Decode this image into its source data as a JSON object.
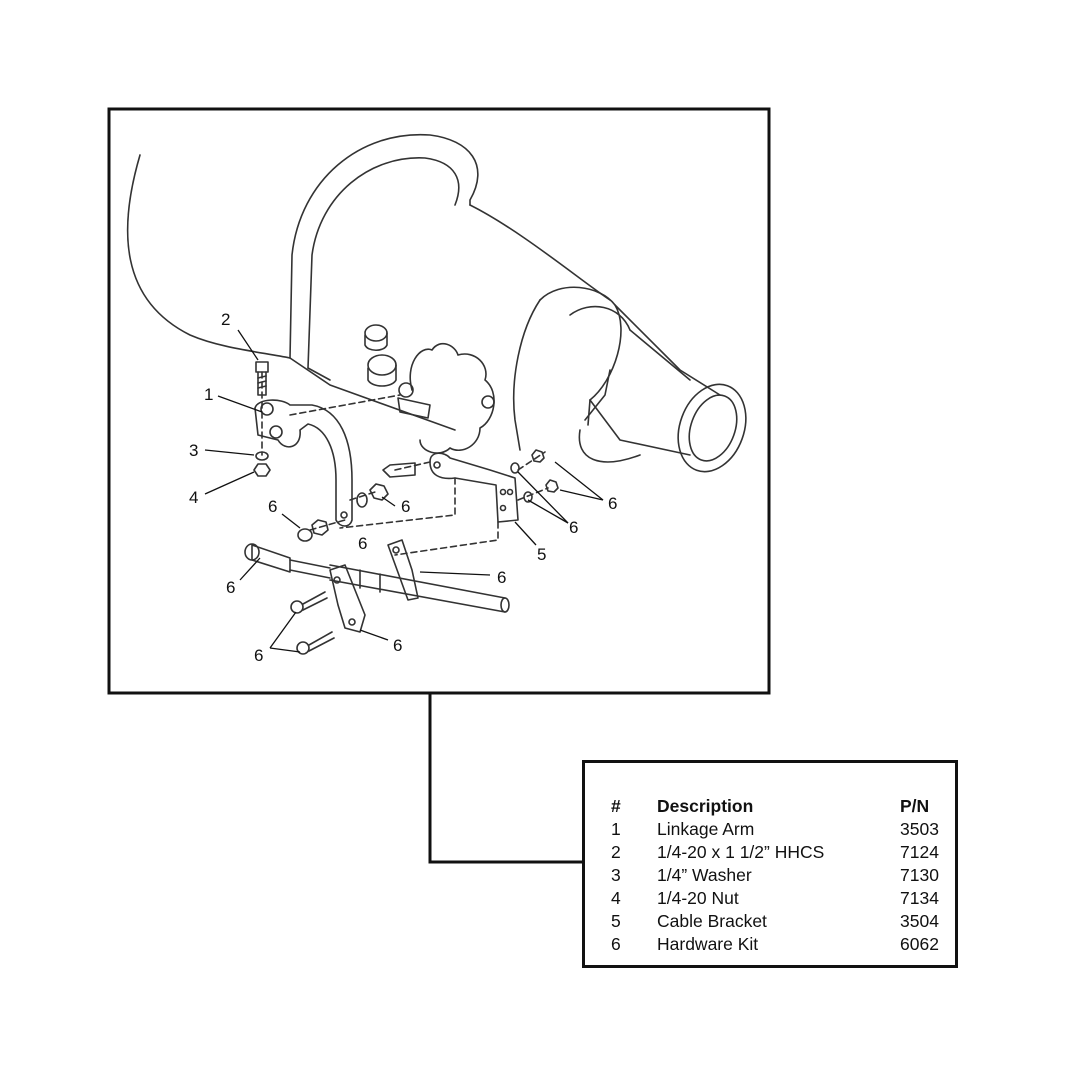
{
  "callouts": [
    {
      "id": "c2a",
      "text": "2"
    },
    {
      "id": "c1",
      "text": "1"
    },
    {
      "id": "c3",
      "text": "3"
    },
    {
      "id": "c4",
      "text": "4"
    },
    {
      "id": "c6a",
      "text": "6"
    },
    {
      "id": "c6b",
      "text": "6"
    },
    {
      "id": "c6c",
      "text": "6"
    },
    {
      "id": "c6d",
      "text": "6"
    },
    {
      "id": "c6e",
      "text": "6"
    },
    {
      "id": "c6f",
      "text": "6"
    },
    {
      "id": "c6g",
      "text": "6"
    },
    {
      "id": "c6h",
      "text": "6"
    },
    {
      "id": "c6i",
      "text": "6"
    },
    {
      "id": "c5",
      "text": "5"
    }
  ],
  "parts_table": {
    "headers": {
      "num": "#",
      "description": "Description",
      "pn": "P/N"
    },
    "rows": [
      {
        "num": "1",
        "description": "Linkage Arm",
        "pn": "3503"
      },
      {
        "num": "2",
        "description": "1/4-20 x 1 1/2” HHCS",
        "pn": "7124"
      },
      {
        "num": "3",
        "description": "1/4” Washer",
        "pn": "7130"
      },
      {
        "num": "4",
        "description": "1/4-20 Nut",
        "pn": "7134"
      },
      {
        "num": "5",
        "description": "Cable Bracket",
        "pn": "3504"
      },
      {
        "num": "6",
        "description": "Hardware Kit",
        "pn": "6062"
      }
    ]
  }
}
